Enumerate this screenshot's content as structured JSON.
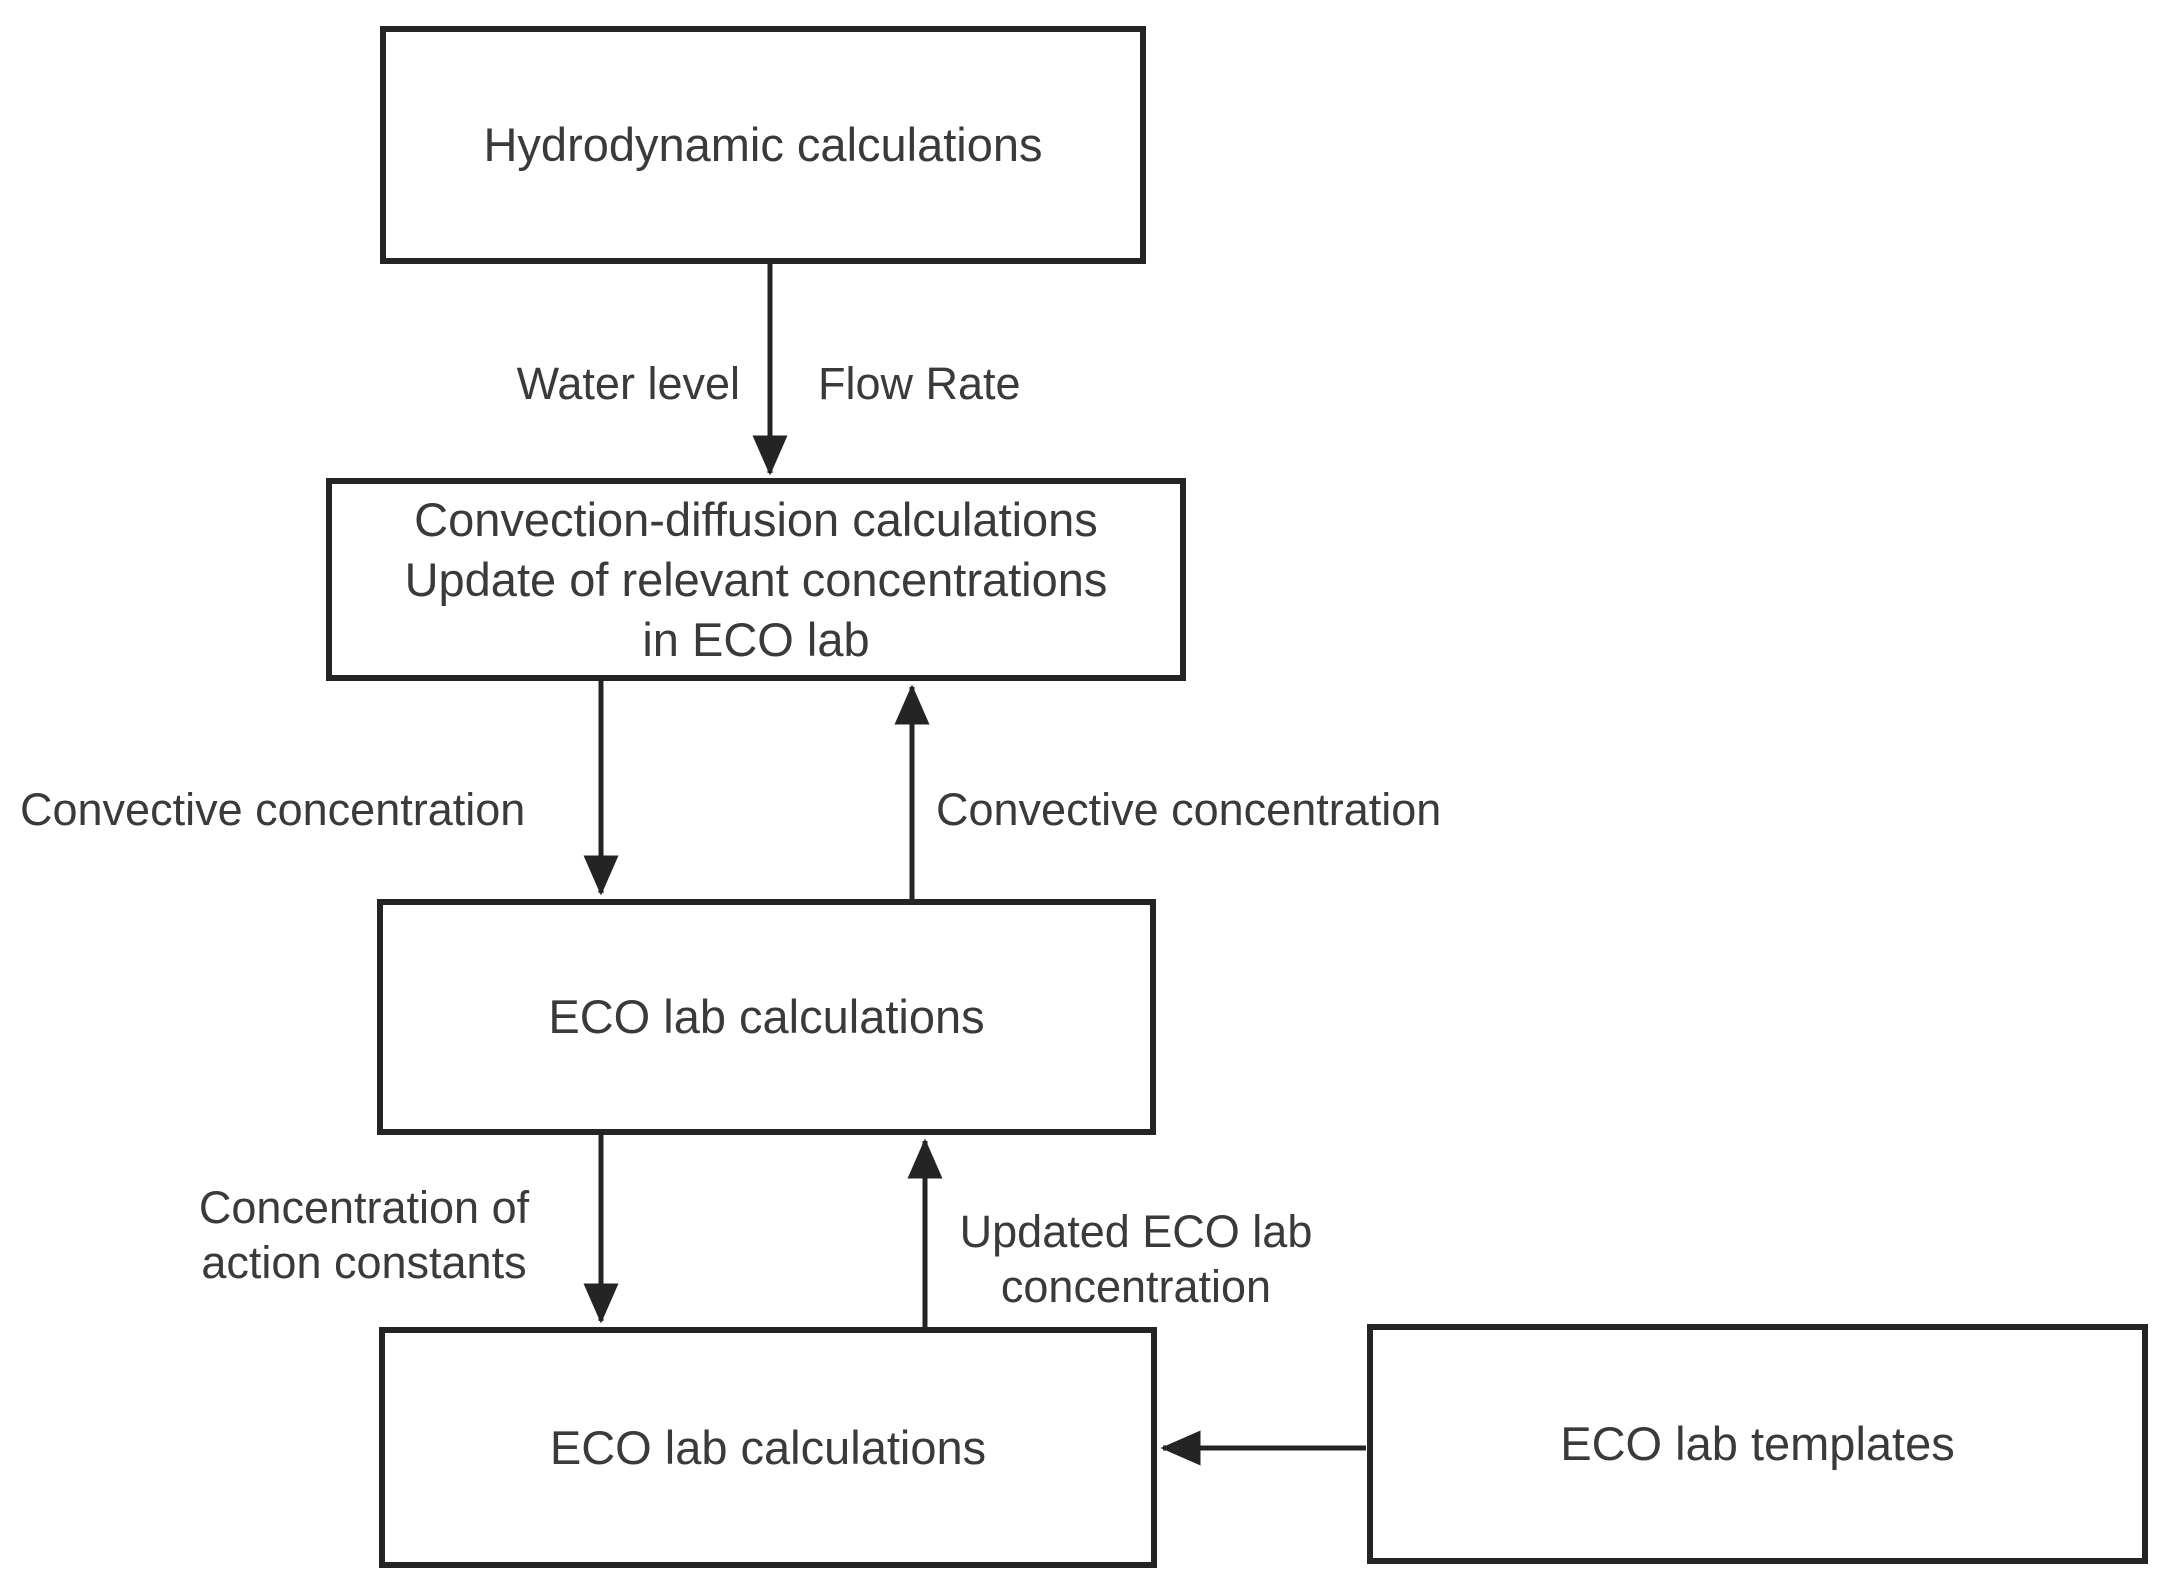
{
  "diagram": {
    "boxes": {
      "hydrodynamic": {
        "label": "Hydrodynamic calculations"
      },
      "convection_diffusion": {
        "lines": [
          "Convection-diffusion calculations",
          "Update of relevant concentrations",
          "in ECO lab"
        ]
      },
      "eco_lab_upper": {
        "label": "ECO lab calculations"
      },
      "eco_lab_lower": {
        "label": "ECO lab calculations"
      },
      "eco_lab_templates": {
        "label": "ECO lab templates"
      }
    },
    "edge_labels": {
      "water_level": "Water level",
      "flow_rate": "Flow Rate",
      "convective_concentration_down": "Convective concentration",
      "convective_concentration_up": "Convective concentration",
      "concentration_of_action_constants": [
        "Concentration of",
        "action constants"
      ],
      "updated_eco_lab_concentration": [
        "Updated ECO lab",
        "concentration"
      ]
    },
    "colors": {
      "stroke": "#242424",
      "text": "#3a3a3a",
      "background": "#ffffff"
    }
  }
}
